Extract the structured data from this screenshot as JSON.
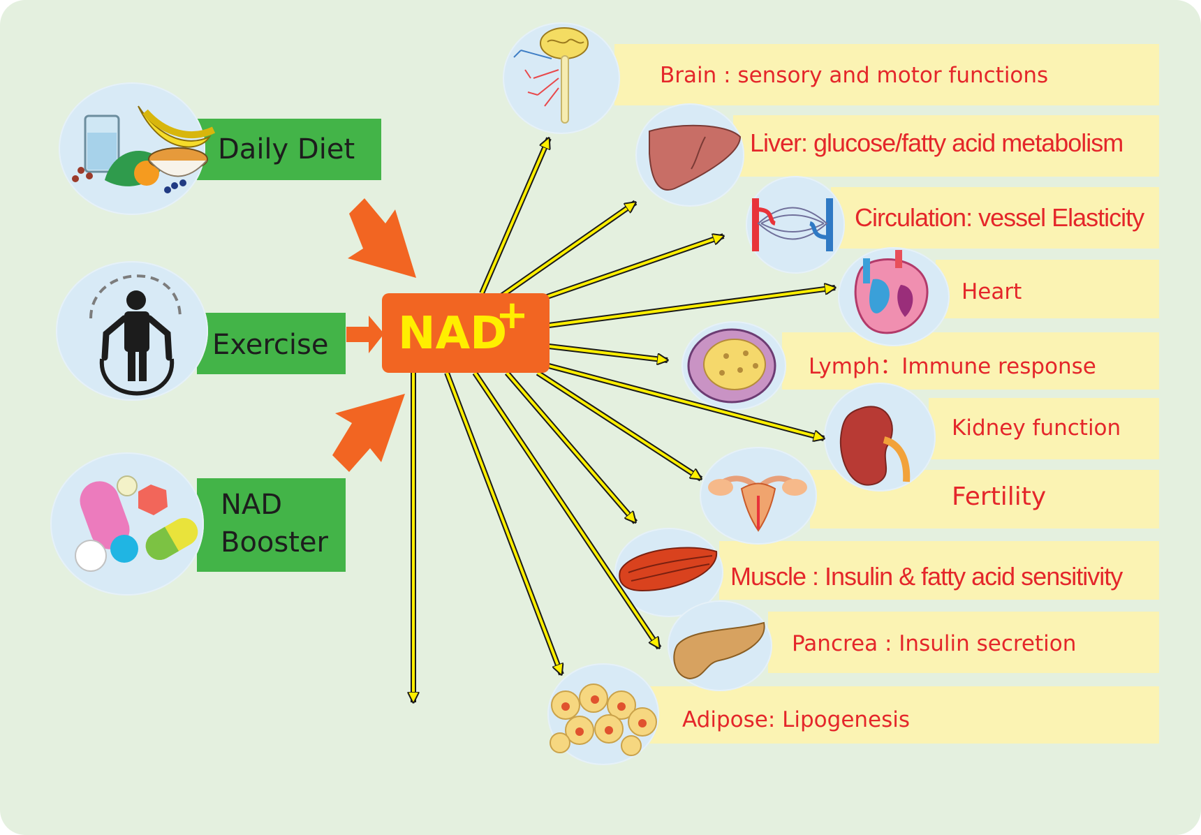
{
  "center": {
    "label": "NAD",
    "superscript": "+"
  },
  "inputs": [
    {
      "id": "daily-diet",
      "label": "Daily Diet",
      "icon": "food-icon"
    },
    {
      "id": "exercise",
      "label": "Exercise",
      "icon": "jump-rope-icon"
    },
    {
      "id": "nad-booster",
      "label_line1": "NAD",
      "label_line2": "Booster",
      "icon": "pills-icon"
    }
  ],
  "targets": [
    {
      "id": "brain",
      "label": "Brain : sensory and motor functions",
      "icon": "brain-icon"
    },
    {
      "id": "liver",
      "label": "Liver: glucose/fatty acid metabolism",
      "icon": "liver-icon"
    },
    {
      "id": "circulation",
      "label": "Circulation: vessel Elasticity",
      "icon": "blood-vessel-icon"
    },
    {
      "id": "heart",
      "label": "Heart",
      "icon": "heart-icon"
    },
    {
      "id": "lymph",
      "label": "Lymph：Immune  response",
      "icon": "lymph-node-icon"
    },
    {
      "id": "kidney",
      "label": "Kidney function",
      "icon": "kidney-icon"
    },
    {
      "id": "fertility",
      "label": "Fertility",
      "icon": "uterus-icon"
    },
    {
      "id": "muscle",
      "label": "Muscle : Insulin & fatty acid sensitivity",
      "icon": "muscle-icon"
    },
    {
      "id": "pancreas",
      "label": "Pancrea : Insulin secretion",
      "icon": "pancreas-icon"
    },
    {
      "id": "adipose",
      "label": "Adipose: Lipogenesis",
      "icon": "fat-cells-icon"
    }
  ],
  "colors": {
    "background": "#e4f0df",
    "input_box": "#43b448",
    "center_box": "#f26522",
    "center_text": "#ffef00",
    "label_bar": "#fbf3b3",
    "label_text": "#e4262a",
    "arrow_fill": "#ffef00",
    "input_arrow": "#f26522"
  }
}
